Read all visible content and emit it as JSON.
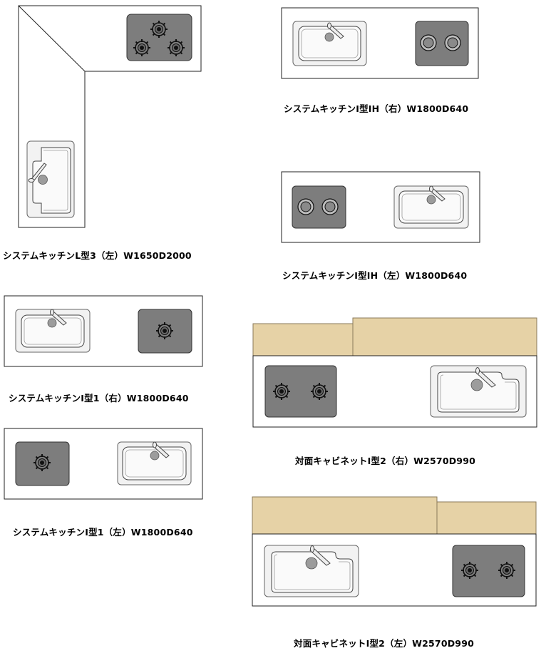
{
  "items": [
    {
      "id": "l-type-3-left",
      "caption": "システムキッチンL型3（左）W1650D2000"
    },
    {
      "id": "i-type-ih-right",
      "caption": "システムキッチンI型IH（右）W1800D640"
    },
    {
      "id": "i-type-ih-left",
      "caption": "システムキッチンI型IH（左）W1800D640"
    },
    {
      "id": "i-type-1-right",
      "caption": "システムキッチンI型1（右）W1800D640"
    },
    {
      "id": "i-type-1-left",
      "caption": "システムキッチンI型1（左）W1800D640"
    },
    {
      "id": "face-cabinet-2-right",
      "caption": "対面キャビネットI型2（右）W2570D990"
    },
    {
      "id": "face-cabinet-2-left",
      "caption": "対面キャビネットI型2（左）W2570D990"
    }
  ],
  "colors": {
    "hob": "#7d7d7d",
    "wood": "#e6d2a6",
    "sink": "#f2f2f2",
    "outline": "#222222"
  },
  "icons": [
    "gas-burner-icon",
    "ih-burner-icon",
    "sink-icon",
    "faucet-icon"
  ]
}
